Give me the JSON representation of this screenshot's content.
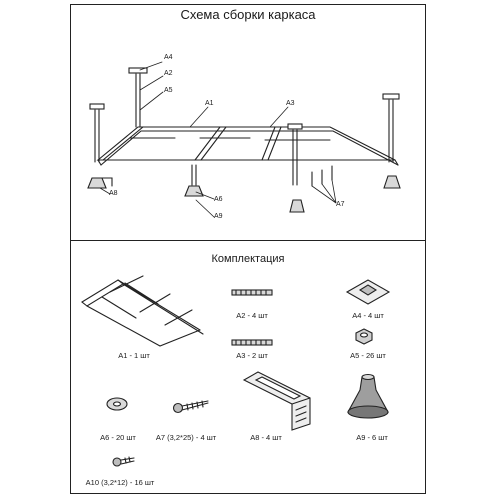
{
  "scheme": {
    "title": "Схема сборки каркаса"
  },
  "callouts": {
    "a1": "A1",
    "a2": "A2",
    "a3": "A3",
    "a4": "A4",
    "a5": "A5",
    "a6": "A6",
    "a7": "A7",
    "a8": "A8",
    "a9": "A9"
  },
  "kit": {
    "title": "Комплектация",
    "items": [
      {
        "caption": "A1 - 1 шт"
      },
      {
        "caption": "A2 - 4 шт"
      },
      {
        "caption": "A4 - 4 шт"
      },
      {
        "caption": "A3 - 2 шт"
      },
      {
        "caption": "A5 - 26 шт"
      },
      {
        "caption": "A6 - 20 шт"
      },
      {
        "caption": "A7 (3,2*25) - 4 шт"
      },
      {
        "caption": "A8 - 4 шт"
      },
      {
        "caption": "A9 - 6 шт"
      },
      {
        "caption": "A10 (3,2*12) - 16 шт"
      }
    ]
  },
  "colors": {
    "line": "#222222",
    "part_fill": "#d9d9d9"
  }
}
